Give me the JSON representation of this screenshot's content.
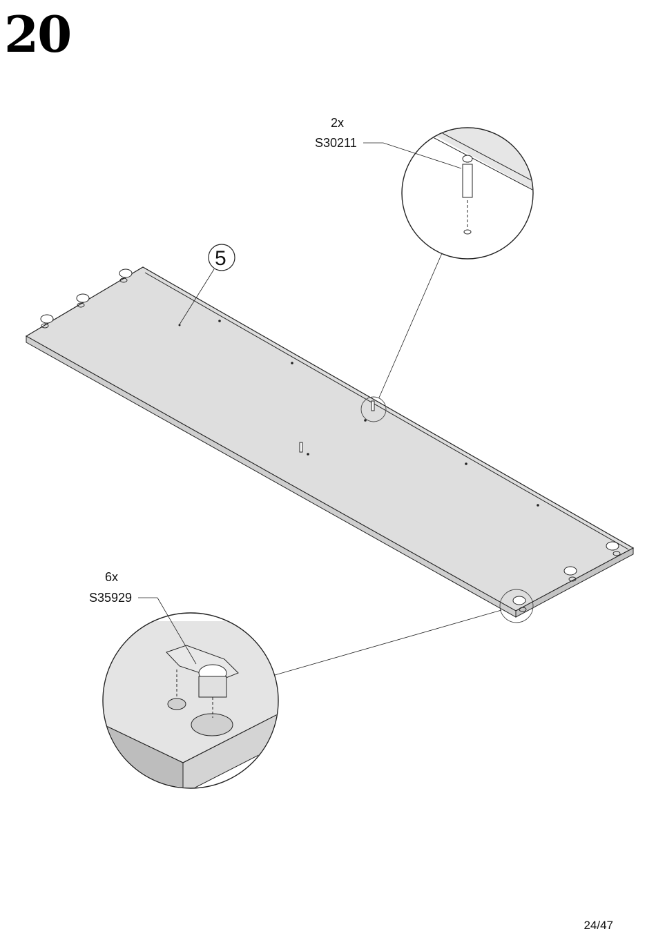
{
  "step": {
    "number": "20"
  },
  "part": {
    "number": "5"
  },
  "callouts": {
    "screw": {
      "quantity": "2x",
      "code": "S30211"
    },
    "cam_lock": {
      "quantity": "6x",
      "code": "S35929"
    }
  },
  "footer": {
    "page": "24/47"
  },
  "colors": {
    "panel": "#dedede",
    "panel_edge": "#b8b8b8",
    "line": "#222222"
  }
}
